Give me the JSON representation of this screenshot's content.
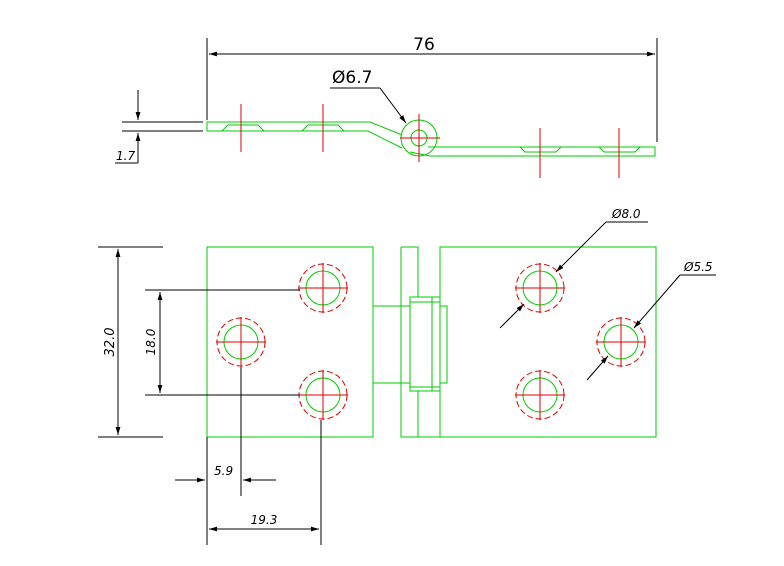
{
  "dimensions": {
    "overall_length": "76",
    "pin_diameter": "Ø6.7",
    "thickness": "1.7",
    "large_hole_diameter": "Ø8.0",
    "small_hole_diameter": "Ø5.5",
    "overall_width": "32.0",
    "hole_pitch": "18.0",
    "center_offset": "5.9",
    "hole_offset": "19.3"
  },
  "colors": {
    "outline": "#00cc00",
    "centerline": "#e00000",
    "dimension": "#000000",
    "hole_outer_dashed": "#e00000",
    "hole_inner": "#00cc00",
    "background": "#ffffff"
  }
}
